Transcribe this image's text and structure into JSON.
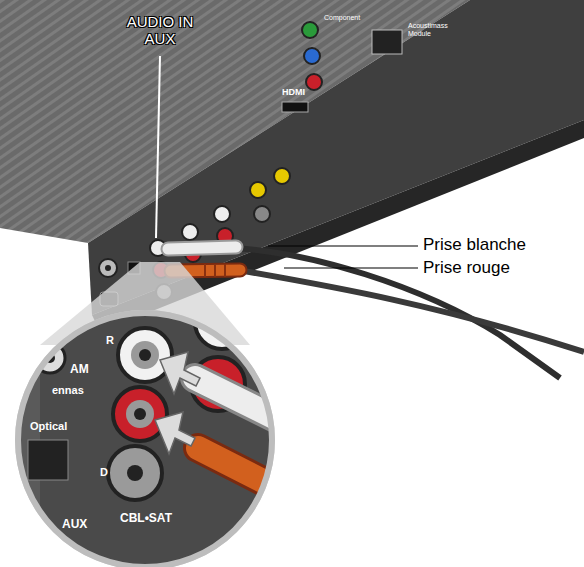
{
  "diagram": {
    "labels": [
      "AUDIO IN AUX",
      "Prise blanche",
      "Prise rouge",
      "HDMI",
      "Component",
      "Acoustimass Module",
      "AM",
      "ennas",
      "Optical",
      "R",
      "D",
      "AUX",
      "CBL•SAT"
    ]
  }
}
